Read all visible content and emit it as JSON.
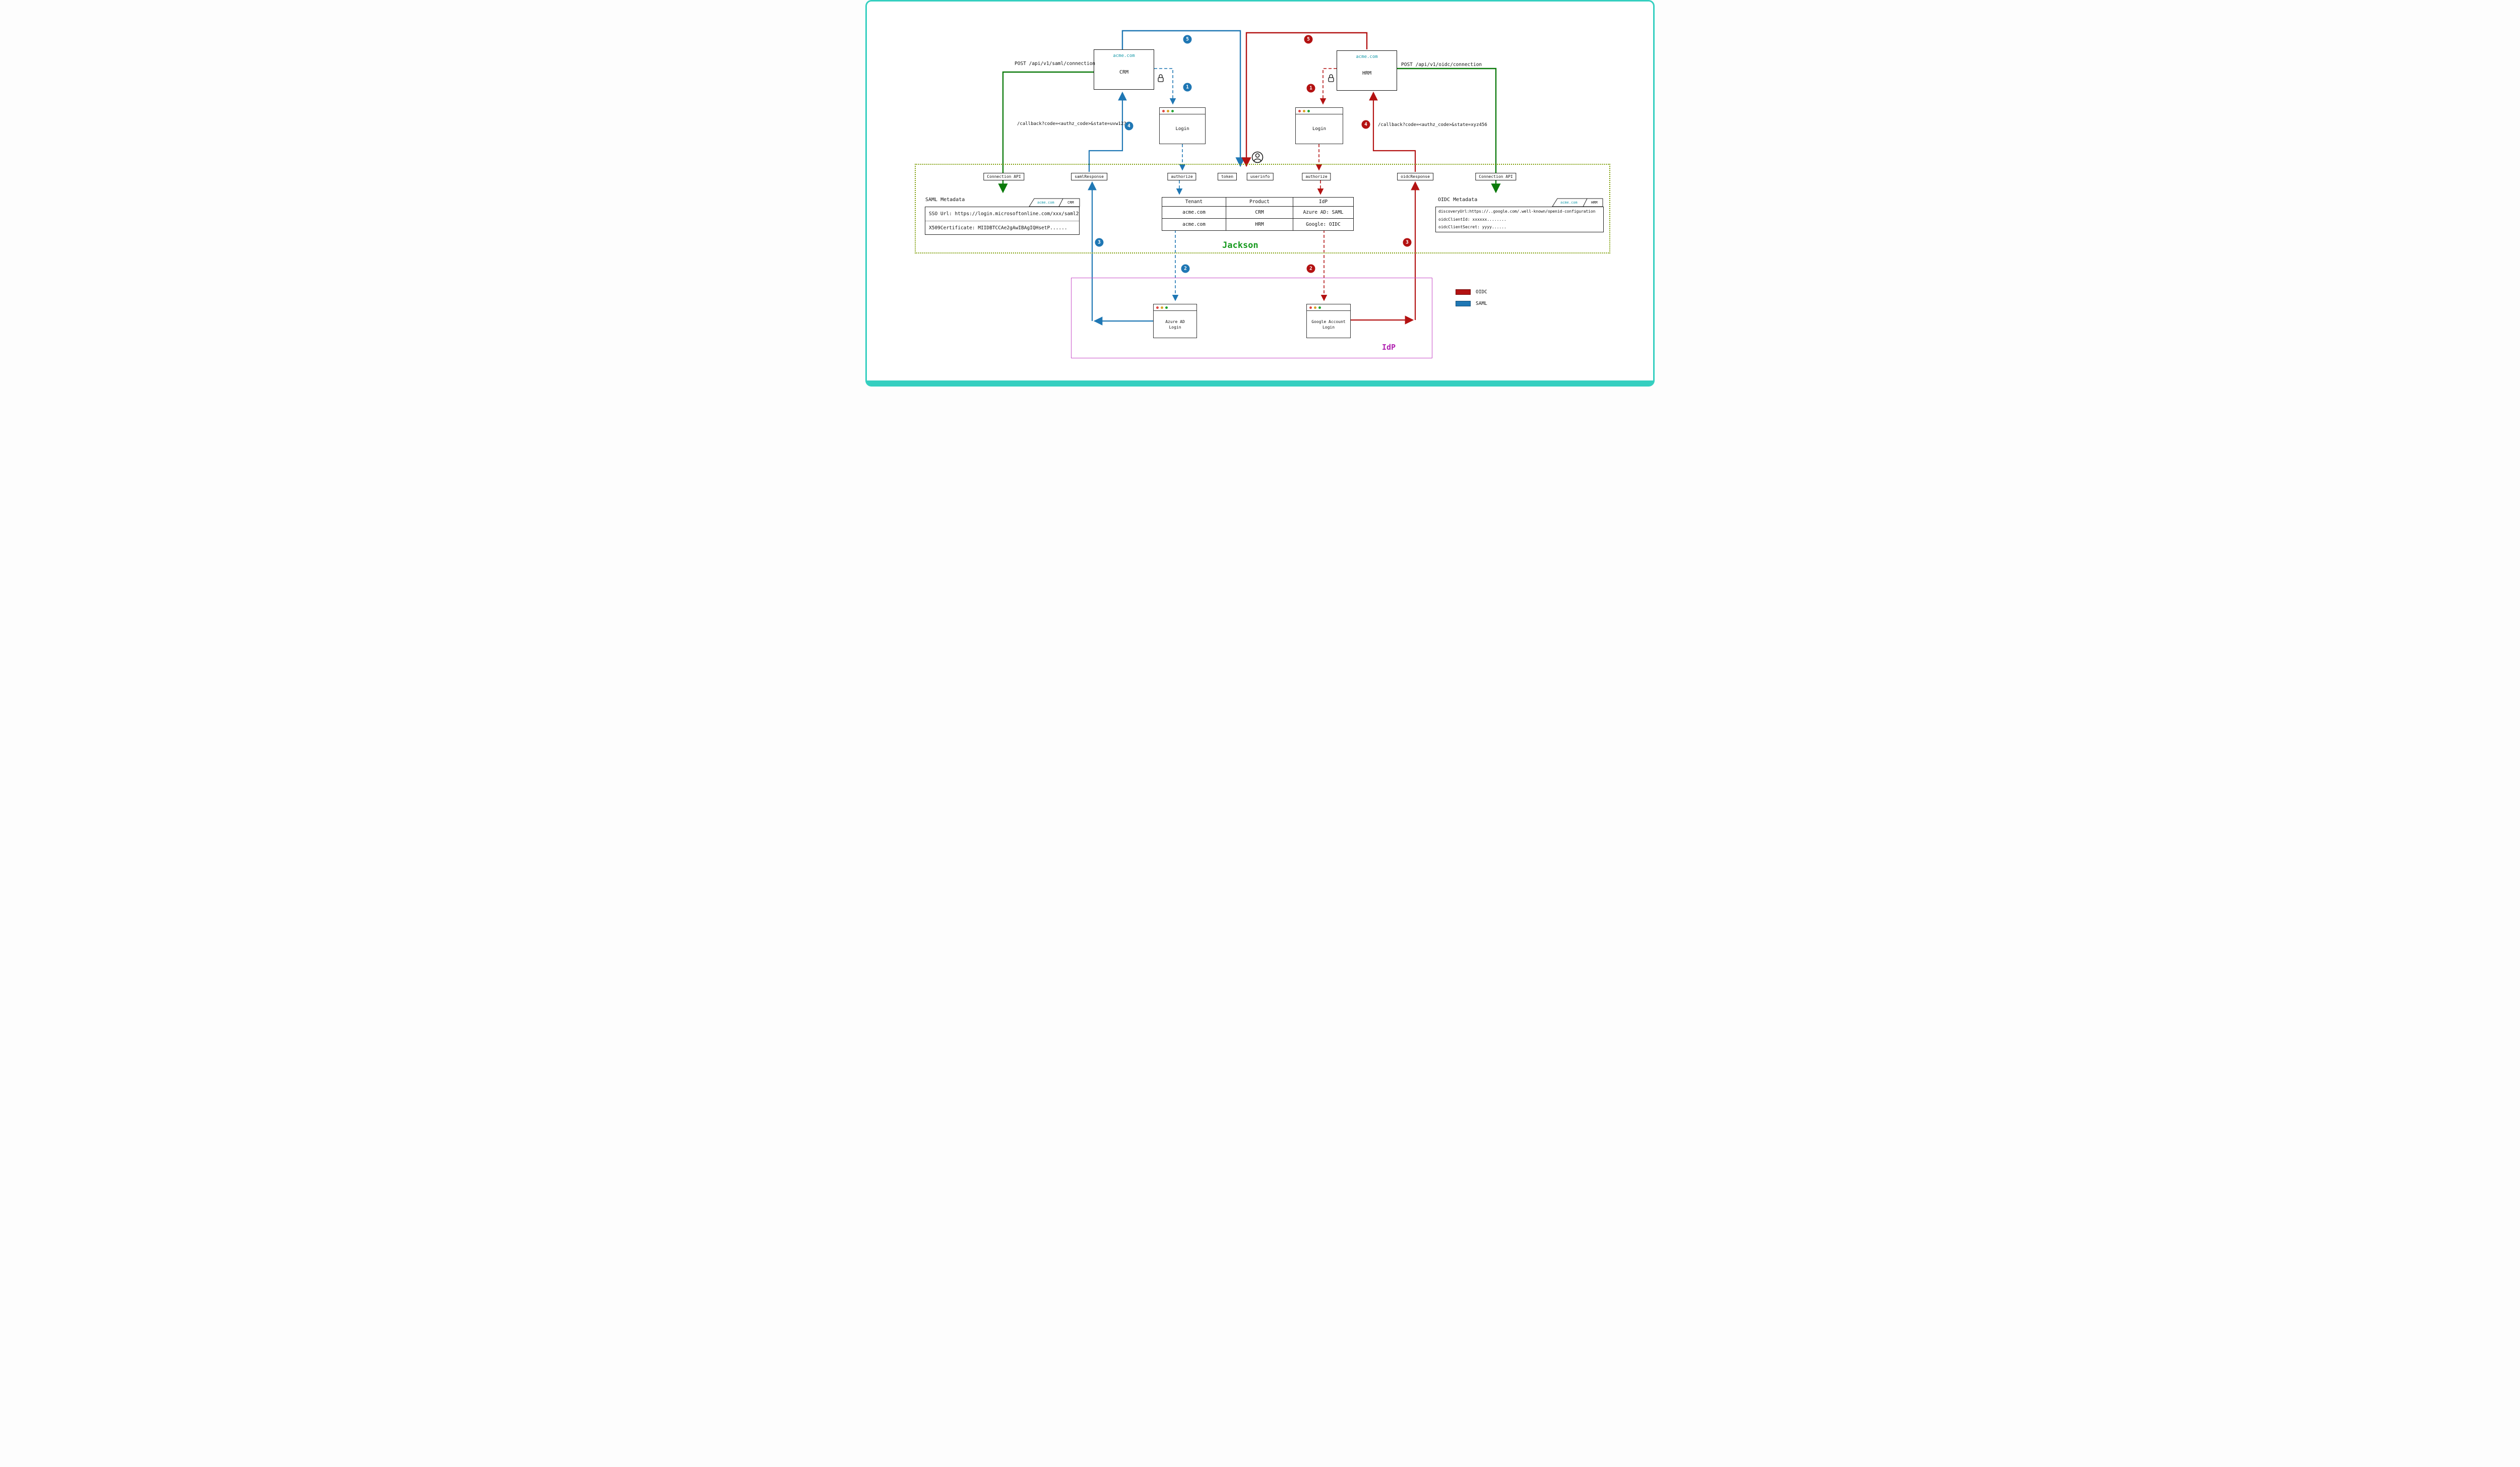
{
  "colors": {
    "frame_teal": "#35cfc0",
    "acme_teal": "#1598a8",
    "saml_blue": "#1f77b4",
    "oidc_red": "#b31212",
    "connection_green": "#0b7a0b",
    "jackson_border_olive": "#7c9c04",
    "jackson_green": "#169a1e",
    "idp_magenta": "#b01fb0"
  },
  "apps": {
    "crm": {
      "domain": "acme.com",
      "name": "CRM"
    },
    "hrm": {
      "domain": "acme.com",
      "name": "HRM"
    }
  },
  "labels": {
    "post_saml": "POST /api/v1/saml/connection",
    "post_oidc": "POST /api/v1/oidc/connection",
    "callback_saml": "/callback?code=<authz_code>&state=uvw123",
    "callback_oidc": "/callback?code=<authz_code>&state=xyz456",
    "jackson": "Jackson",
    "idp": "IdP"
  },
  "endpoints": {
    "connection_api_left": "Connection API",
    "saml_response": "samlResponse",
    "authorize_left": "authorize",
    "token": "token",
    "userinfo": "userinfo",
    "authorize_right": "authorize",
    "oidc_response": "oidcResponse",
    "connection_api_right": "Connection API"
  },
  "windows": {
    "login_left": "Login",
    "login_right": "Login",
    "azure_line1": "Azure AD",
    "azure_line2": "Login",
    "google_line1": "Google Account",
    "google_line2": "Login"
  },
  "saml_metadata": {
    "title": "SAML Metadata",
    "tag_domain": "acme.com",
    "tag_app": "CRM",
    "line1": "SSO Url: https://login.microsoftonline.com/xxx/saml2",
    "line2": "X509Certificate: MIIDBTCCAe2gAwIBAgIQHsetP......"
  },
  "oidc_metadata": {
    "title": "OIDC Metadata",
    "tag_domain": "acme.com",
    "tag_app": "HRM",
    "line1": "discoveryUrl:https://..google.com/.well-known/openid-configuration",
    "line2": "oidcClientId: xxxxxx........",
    "line3": "oidcClientSecret: yyyy......"
  },
  "table": {
    "headers": [
      "Tenant",
      "Product",
      "IdP"
    ],
    "rows": [
      [
        "acme.com",
        "CRM",
        "Azure AD: SAML"
      ],
      [
        "acme.com",
        "HRM",
        "Google: OIDC"
      ]
    ]
  },
  "legend": {
    "oidc": "OIDC",
    "saml": "SAML"
  },
  "steps": {
    "n1": "1",
    "n2": "2",
    "n3": "3",
    "n4": "4",
    "n5": "5"
  }
}
